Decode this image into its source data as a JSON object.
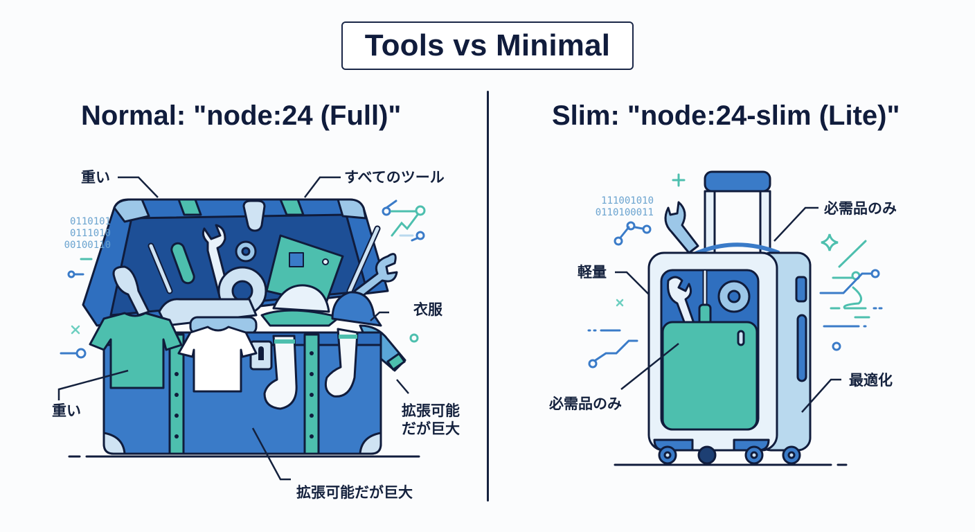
{
  "title": "Tools vs Minimal",
  "left": {
    "heading": "Normal: \"node:24 (Full)\"",
    "labels": {
      "top_left": "重い",
      "top_right": "すべてのツール",
      "right_middle": "衣服",
      "left_bottom": "重い",
      "right_bottom_line1": "拡張可能",
      "right_bottom_line2": "だが巨大",
      "bottom": "拡張可能だが巨大"
    },
    "binary": [
      "0110101",
      "0111010",
      "00100110"
    ],
    "illustration": "open-trunk-with-tools-and-clothes"
  },
  "right": {
    "heading": "Slim: \"node:24-slim (Lite)\"",
    "labels": {
      "top_right": "必需品のみ",
      "left_upper": "軽量",
      "left_lower": "必需品のみ",
      "right_lower": "最適化"
    },
    "binary": [
      "111001010",
      "0110100011"
    ],
    "illustration": "carry-on-suitcase-with-essentials"
  },
  "colors": {
    "navy": "#101c3c",
    "blue": "#3a7bc8",
    "dark_blue": "#1f5aa6",
    "teal": "#4dbfae",
    "light_blue": "#cfe3f3",
    "binary_text": "#6aa3cf"
  }
}
